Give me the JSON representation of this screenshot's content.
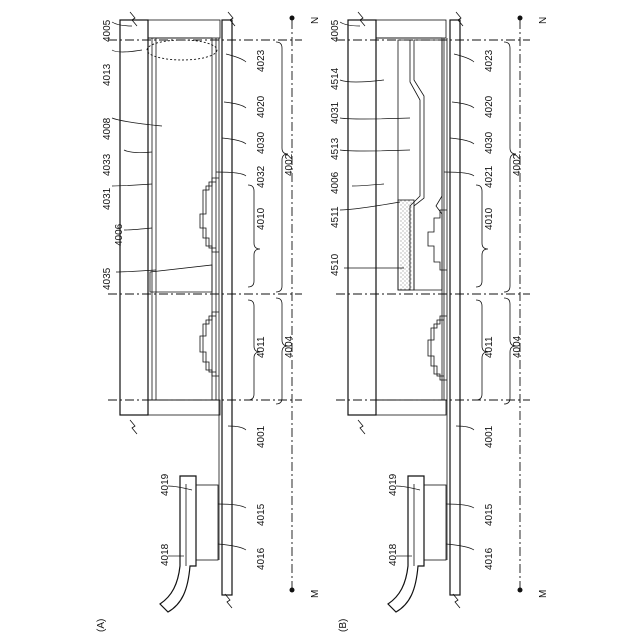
{
  "figure": {
    "panels": [
      {
        "id": "A",
        "caption": "(A)",
        "end_labels": {
          "top": "N",
          "bottom": "M"
        },
        "labels": [
          "4005",
          "4013",
          "4008",
          "4033",
          "4031",
          "4006",
          "4035",
          "4023",
          "4020",
          "4030",
          "4032",
          "4010",
          "4002",
          "4011",
          "4004",
          "4001",
          "4019",
          "4018",
          "4015",
          "4016"
        ]
      },
      {
        "id": "B",
        "caption": "(B)",
        "end_labels": {
          "top": "N",
          "bottom": "M"
        },
        "labels": [
          "4005",
          "4514",
          "4031",
          "4513",
          "4006",
          "4511",
          "4510",
          "4023",
          "4020",
          "4030",
          "4021",
          "4010",
          "4002",
          "4011",
          "4004",
          "4001",
          "4019",
          "4018",
          "4015",
          "4016"
        ]
      }
    ]
  }
}
